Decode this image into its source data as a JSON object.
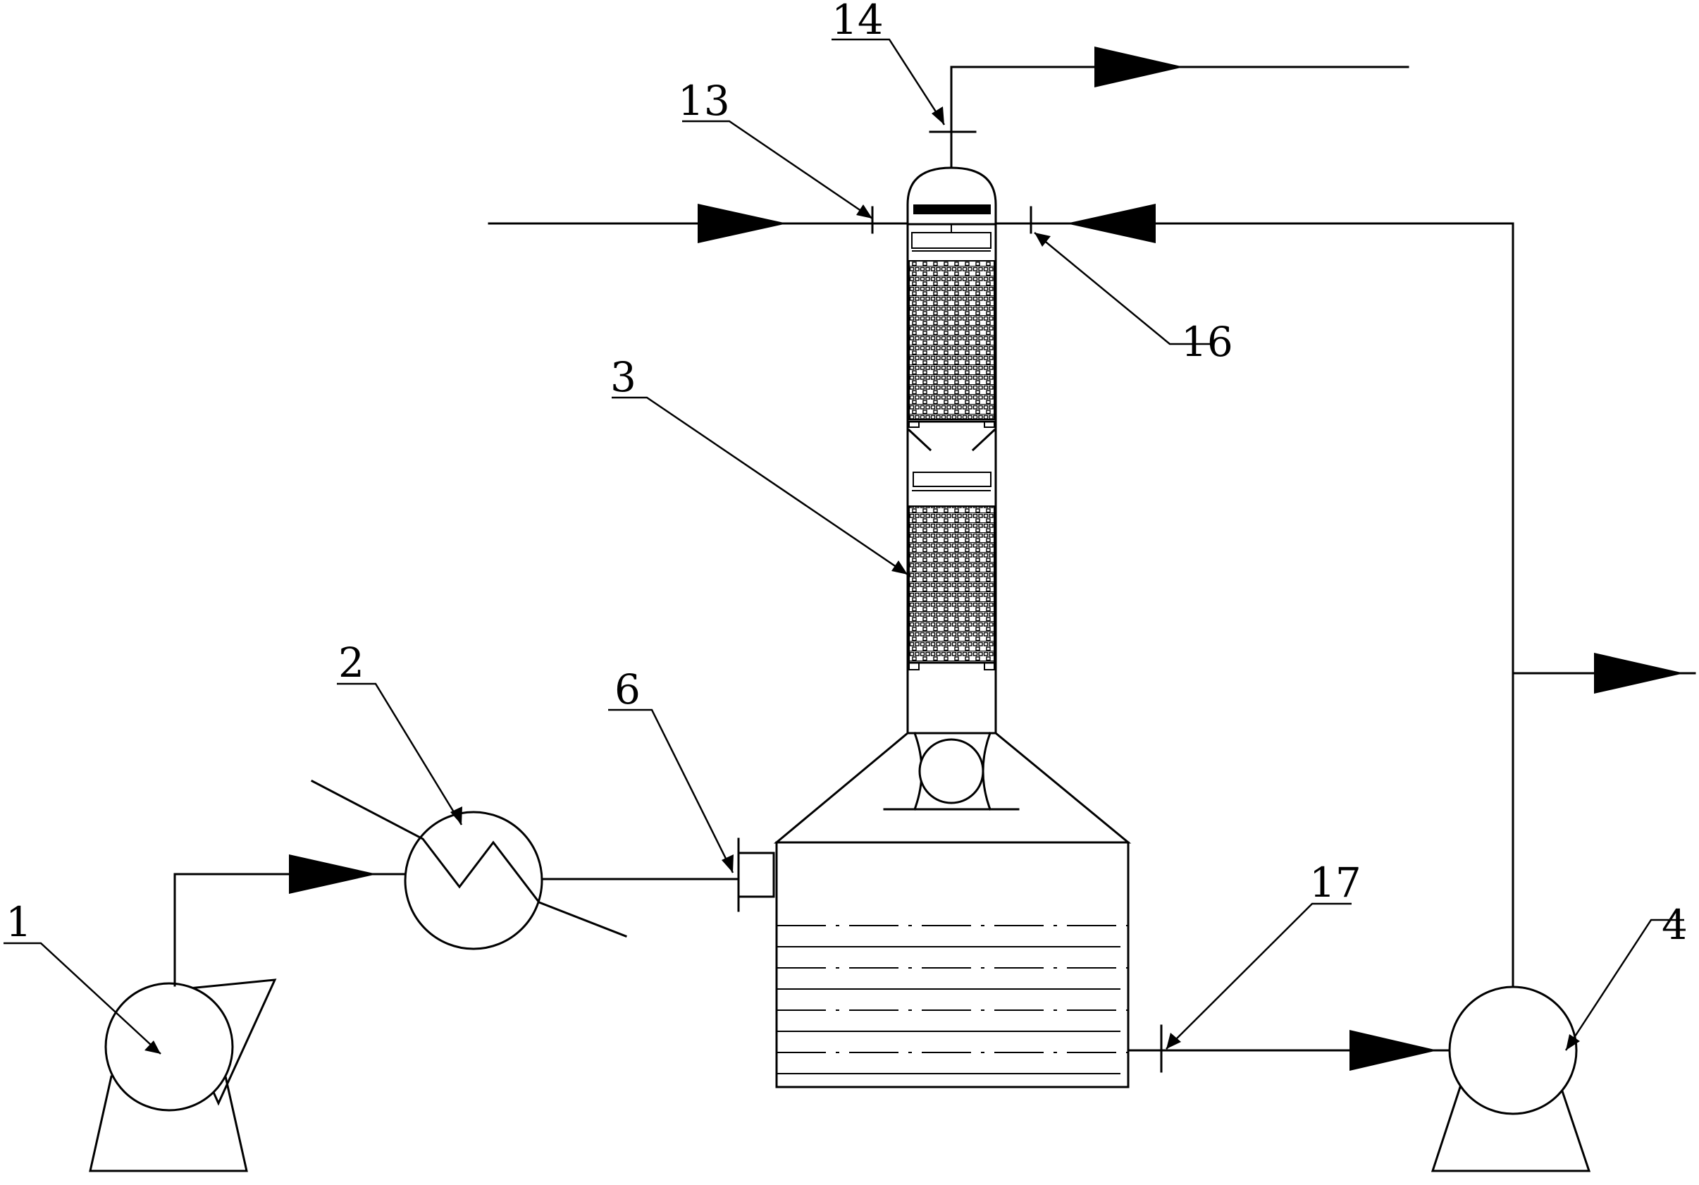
{
  "labels": {
    "l1": "1",
    "l2": "2",
    "l3": "3",
    "l4": "4",
    "l6": "6",
    "l13": "13",
    "l14": "14",
    "l16": "16",
    "l17": "17"
  },
  "icons": {
    "blower": "blower-icon",
    "heat_exchanger": "heat-exchanger-icon",
    "column": "packed-column-icon",
    "tank": "liquid-tank-icon",
    "pump": "pump-icon"
  }
}
